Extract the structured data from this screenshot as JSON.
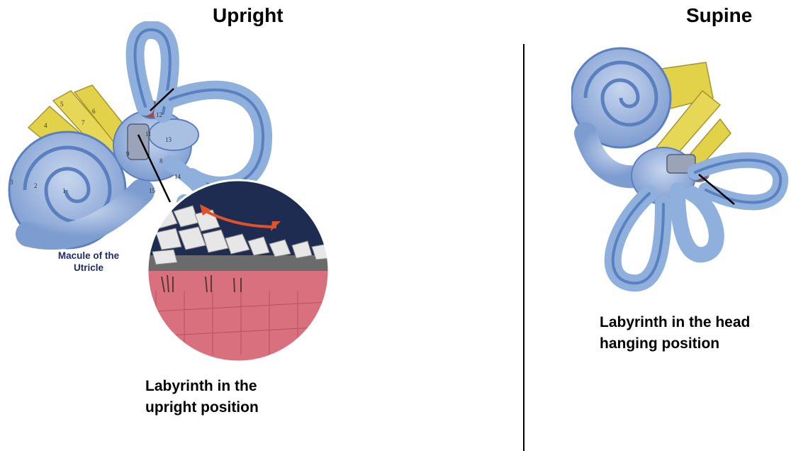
{
  "headings": {
    "left": "Upright",
    "right": "Supine"
  },
  "captions": {
    "left_line1": "Labyrinth in the",
    "left_line2": "upright position",
    "right_line1": "Labyrinth in the head",
    "right_line2": "hanging position"
  },
  "labels": {
    "macule_line1": "Macule of the",
    "macule_line2": "Utricle"
  },
  "colors": {
    "labyrinth_blue": "#8fb0dc",
    "labyrinth_dark": "#5b80c0",
    "nerve_yellow": "#e2d24a",
    "tissue_pink": "#d9707e",
    "crystal_gray": "#c8c8c8",
    "arrow_red": "#e0522a"
  }
}
